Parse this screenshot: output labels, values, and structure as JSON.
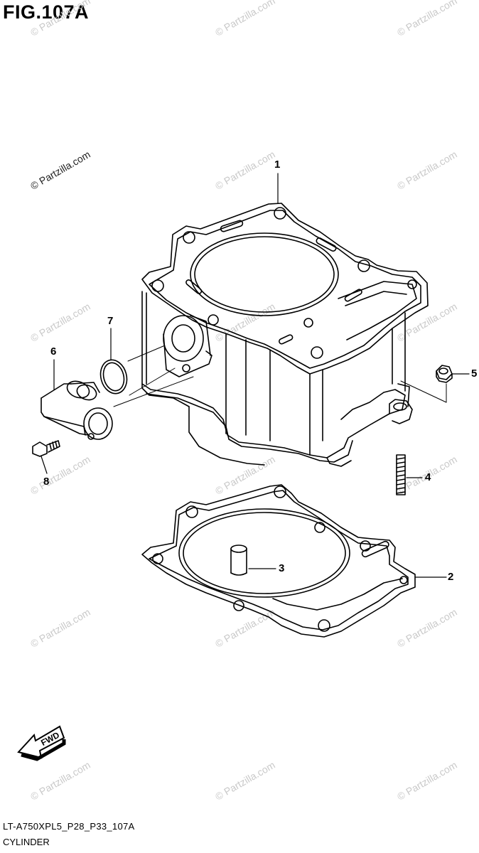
{
  "figure": {
    "title": "FIG.107A",
    "code": "LT-A750XPL5_P28_P33_107A",
    "name": "CYLINDER"
  },
  "callouts": [
    {
      "id": "1",
      "label": "1"
    },
    {
      "id": "2",
      "label": "2"
    },
    {
      "id": "3",
      "label": "3"
    },
    {
      "id": "4",
      "label": "4"
    },
    {
      "id": "5",
      "label": "5"
    },
    {
      "id": "6",
      "label": "6"
    },
    {
      "id": "7",
      "label": "7"
    },
    {
      "id": "8",
      "label": "8"
    }
  ],
  "fwd_label": "FWD",
  "watermark": "© Partzilla.com"
}
